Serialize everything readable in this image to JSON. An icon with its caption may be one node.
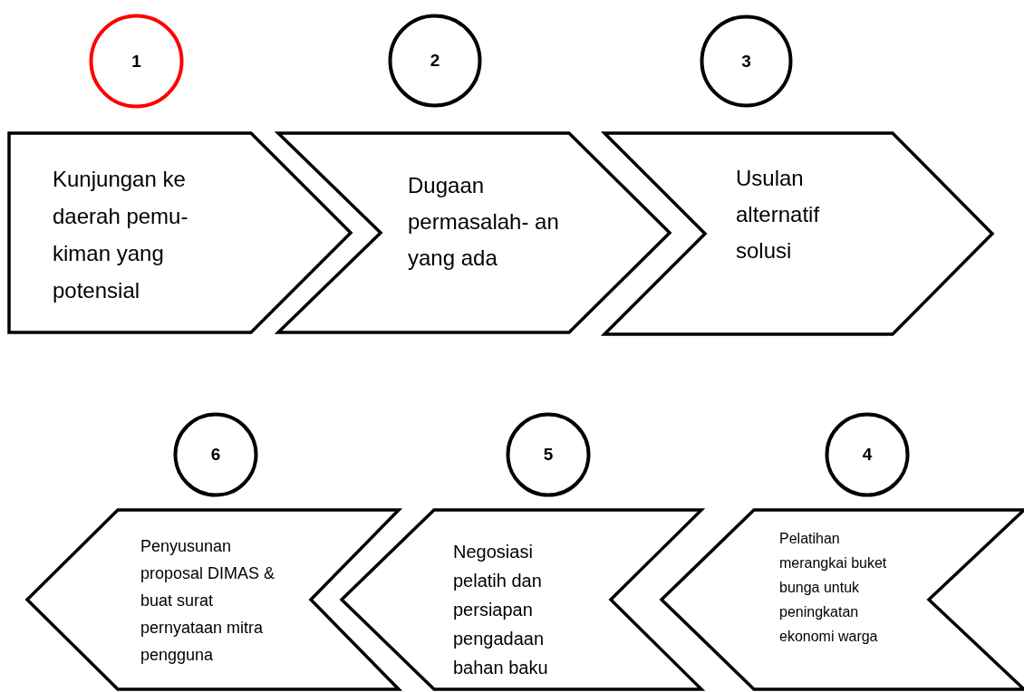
{
  "diagram": {
    "nodes": [
      {
        "text": [
          "1"
        ]
      },
      {
        "text": [
          "2"
        ]
      },
      {
        "text": [
          "3"
        ]
      },
      {
        "text": [
          "Kunjungan ke daerah pemu- kiman yang potensial"
        ]
      },
      {
        "text": [
          "Dugaan permasalah- an yang ada"
        ]
      },
      {
        "text": [
          "Usulan alternatif solusi"
        ]
      },
      {
        "text": [
          "6"
        ]
      },
      {
        "text": [
          "5"
        ]
      },
      {
        "text": [
          "4"
        ]
      },
      {
        "text": [
          "Penyusunan proposal DIMAS & buat surat pernyataan mitra pengguna"
        ]
      },
      {
        "text": [
          "Negosiasi pelatih dan persiapan pengadaan bahan baku"
        ]
      },
      {
        "text": [
          "Pelatihan merangkai buket bunga untuk peningkatan ekonomi warga"
        ]
      }
    ]
  }
}
